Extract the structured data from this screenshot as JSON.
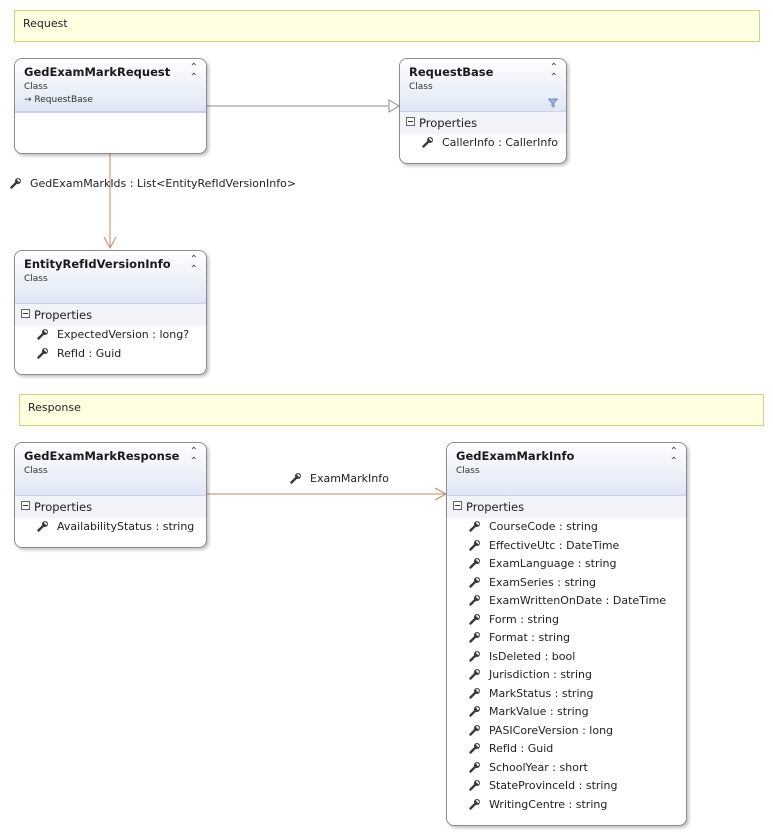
{
  "notes": {
    "request": "Request",
    "response": "Response"
  },
  "icons": {
    "wrench": "wrench-icon",
    "collapse": "chevron-double-up-icon",
    "filter": "funnel-icon"
  },
  "colors": {
    "association": "#c08a6a",
    "inheritance": "#8c8c8c",
    "header_gradient_end": "#dfe6f5",
    "note_bg": "#ffffe1"
  },
  "classes": {
    "ged_exam_mark_request": {
      "name": "GedExamMarkRequest",
      "kind": "Class",
      "base": "→ RequestBase"
    },
    "request_base": {
      "name": "RequestBase",
      "kind": "Class",
      "section": "Properties",
      "properties": [
        "CallerInfo : CallerInfo"
      ]
    },
    "entity_ref_id_version_info": {
      "name": "EntityRefIdVersionInfo",
      "kind": "Class",
      "section": "Properties",
      "properties": [
        "ExpectedVersion : long?",
        "RefId : Guid"
      ]
    },
    "ged_exam_mark_response": {
      "name": "GedExamMarkResponse",
      "kind": "Class",
      "section": "Properties",
      "properties": [
        "AvailabilityStatus : string"
      ]
    },
    "ged_exam_mark_info": {
      "name": "GedExamMarkInfo",
      "kind": "Class",
      "section": "Properties",
      "properties": [
        "CourseCode : string",
        "EffectiveUtc : DateTime",
        "ExamLanguage : string",
        "ExamSeries : string",
        "ExamWrittenOnDate : DateTime",
        "Form : string",
        "Format : string",
        "IsDeleted : bool",
        "Jurisdiction : string",
        "MarkStatus : string",
        "MarkValue : string",
        "PASICoreVersion : long",
        "RefId : Guid",
        "SchoolYear : short",
        "StateProvinceId : string",
        "WritingCentre : string"
      ]
    }
  },
  "associations": {
    "ged_exam_mark_ids": "GedExamMarkIds : List<EntityRefIdVersionInfo>",
    "exam_mark_info": "ExamMarkInfo"
  }
}
